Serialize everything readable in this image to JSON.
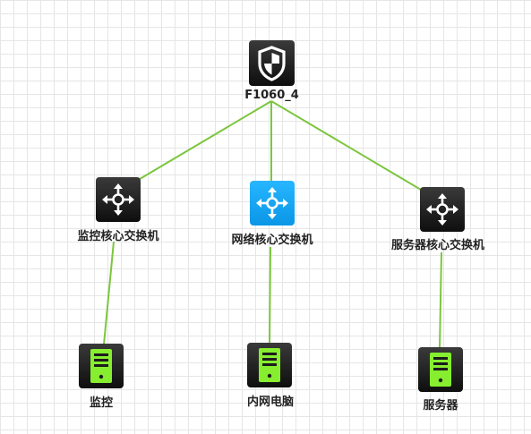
{
  "colors": {
    "link": "#7cc63f",
    "device_dark": "#1c1c1c",
    "device_accent": "#1ba7f5",
    "server_green": "#86ee2f",
    "icon_white": "#ffffff"
  },
  "nodes": {
    "firewall": {
      "label": "F1060_4",
      "icon": "shield-icon"
    },
    "monitor_switch": {
      "label": "监控核心交换机",
      "icon": "switch-arrows-icon"
    },
    "network_switch": {
      "label": "网络核心交换机",
      "icon": "switch-arrows-icon"
    },
    "server_switch": {
      "label": "服务器核心交换机",
      "icon": "switch-arrows-icon"
    },
    "monitor_server": {
      "label": "监控",
      "icon": "server-icon"
    },
    "intranet_pc": {
      "label": "内网电脑",
      "icon": "server-icon"
    },
    "server_host": {
      "label": "服务器",
      "icon": "server-icon"
    }
  },
  "links": [
    {
      "from": "firewall",
      "to": "monitor_switch"
    },
    {
      "from": "firewall",
      "to": "network_switch"
    },
    {
      "from": "firewall",
      "to": "server_switch"
    },
    {
      "from": "monitor_switch",
      "to": "monitor_server"
    },
    {
      "from": "network_switch",
      "to": "intranet_pc"
    },
    {
      "from": "server_switch",
      "to": "server_host"
    }
  ]
}
